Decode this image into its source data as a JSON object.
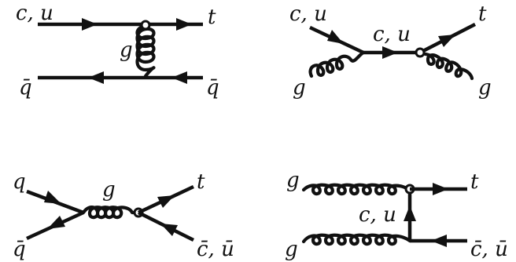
{
  "diagrams": [
    {
      "labels": {
        "in_quark": "c, u",
        "out_top": "t",
        "gluon": "g",
        "in_antiquark": "q̄",
        "out_antiquark": "q̄"
      }
    },
    {
      "labels": {
        "in_quark": "c, u",
        "propagator": "c, u",
        "out_top": "t",
        "in_gluon": "g",
        "out_gluon": "g"
      }
    },
    {
      "labels": {
        "in_quark": "q",
        "in_antiquark": "q̄",
        "gluon": "g",
        "out_top": "t",
        "out_antiquark": "c̄, ū"
      }
    },
    {
      "labels": {
        "in_gluon_top": "g",
        "in_gluon_bottom": "g",
        "out_top": "t",
        "propagator": "c, u",
        "out_antiquark": "c̄, ū"
      }
    }
  ],
  "colors": {
    "ink": "#111111",
    "background": "#ffffff"
  }
}
